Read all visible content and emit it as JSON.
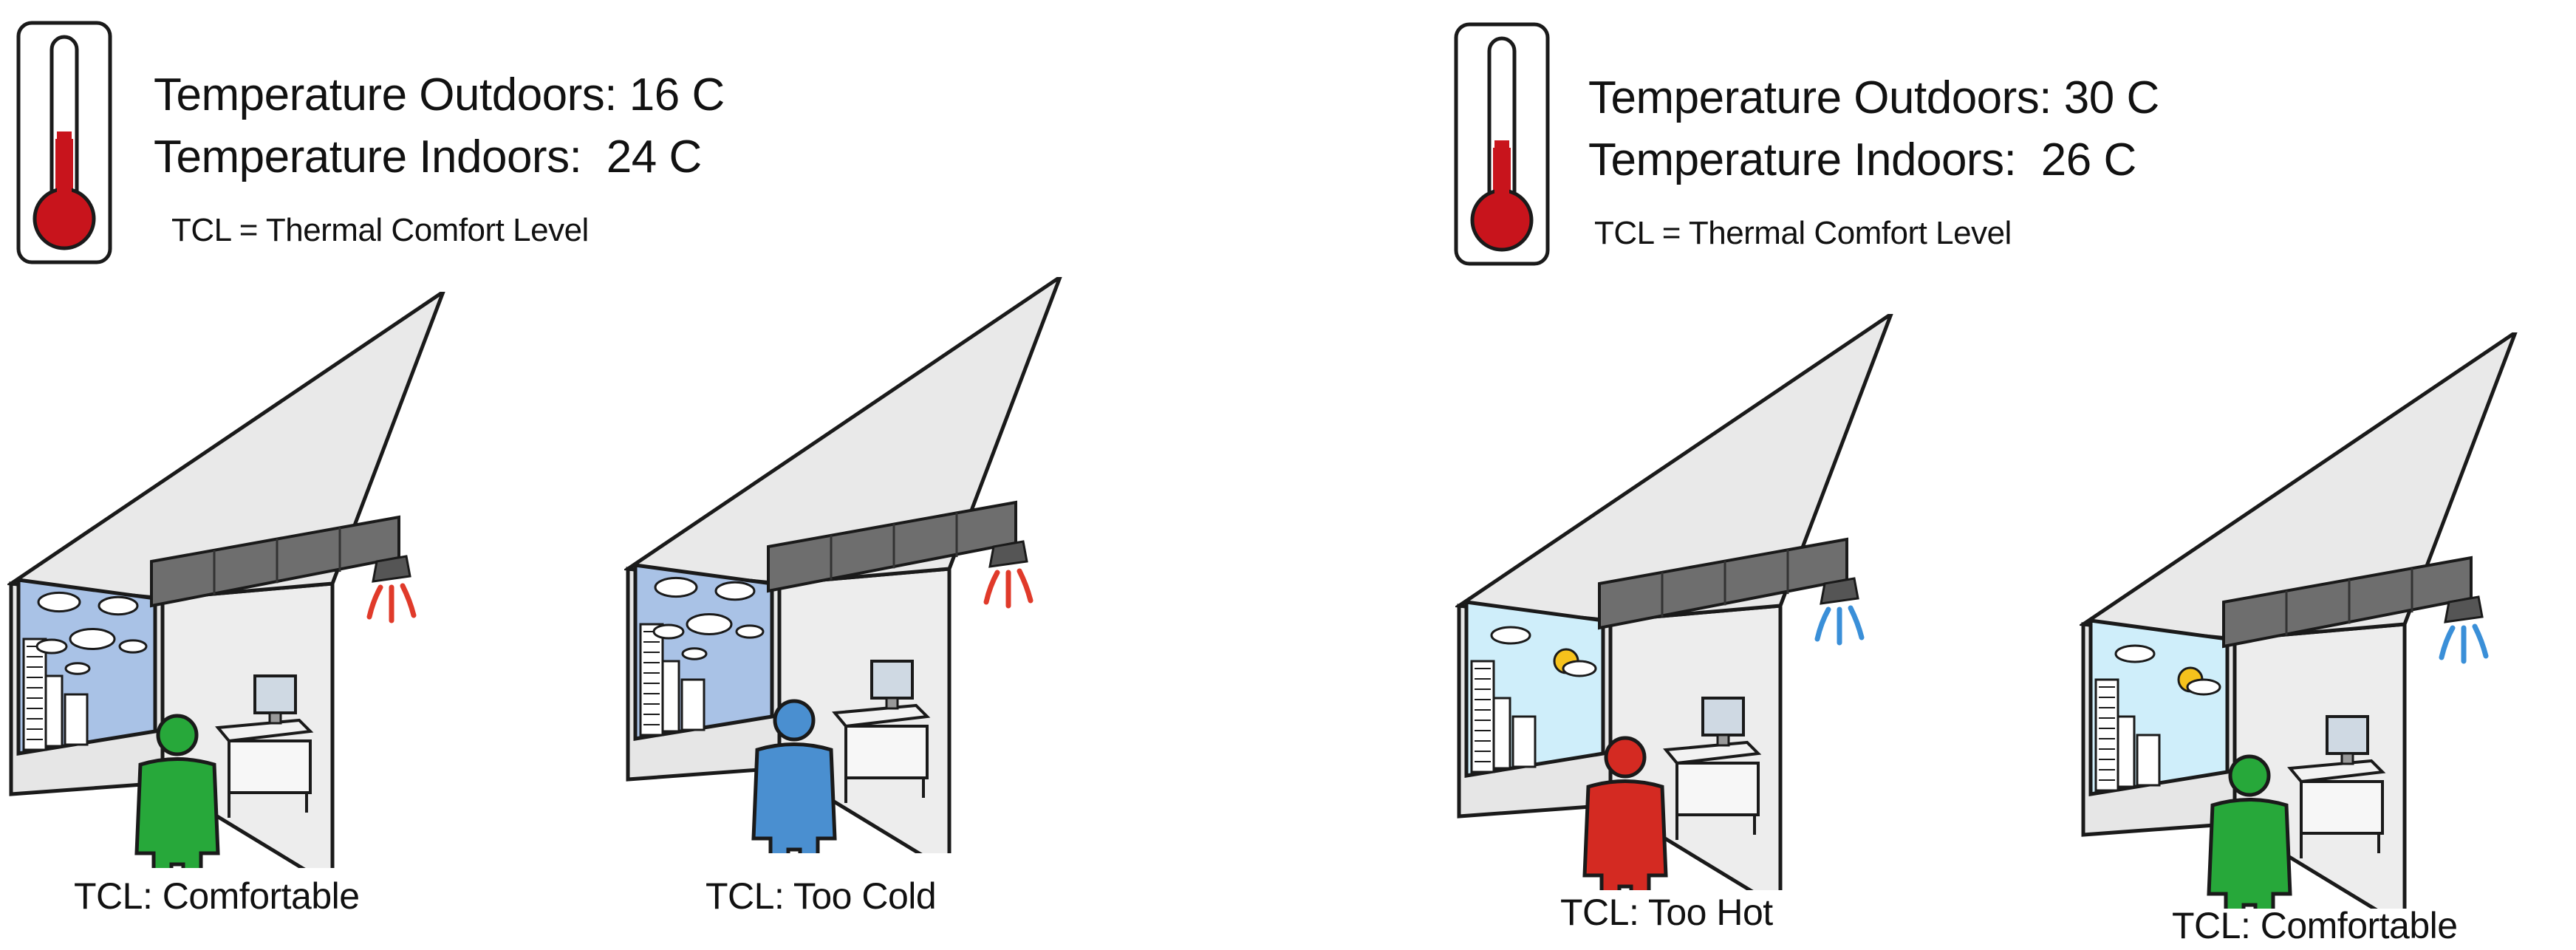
{
  "panels": [
    {
      "outdoor_text": "Temperature Outdoors: 16 C",
      "indoor_text": "Temperature Indoors:  24 C",
      "tcl_definition": "TCL = Thermal Comfort Level",
      "rooms": [
        {
          "caption": "TCL: Comfortable",
          "person_color": "#27a83a",
          "airflow_color": "#e03a2a",
          "sky": "overcast"
        },
        {
          "caption": "TCL: Too Cold",
          "person_color": "#4a8fd0",
          "airflow_color": "#e03a2a",
          "sky": "overcast"
        }
      ]
    },
    {
      "outdoor_text": "Temperature Outdoors: 30 C",
      "indoor_text": "Temperature Indoors:  26 C",
      "tcl_definition": "TCL = Thermal Comfort Level",
      "rooms": [
        {
          "caption": "TCL: Too Hot",
          "person_color": "#d42a22",
          "airflow_color": "#3a8fd8",
          "sky": "sunny"
        },
        {
          "caption": "TCL: Comfortable",
          "person_color": "#27a83a",
          "airflow_color": "#3a8fd8",
          "sky": "sunny"
        }
      ]
    }
  ],
  "colors": {
    "thermometer_fluid": "#c8141c",
    "wall": "#e6e6e6",
    "outline": "#1a1a1a",
    "duct": "#6e6e6e",
    "overcast_sky": "#a9c2e6",
    "sunny_sky": "#cfeefa"
  }
}
